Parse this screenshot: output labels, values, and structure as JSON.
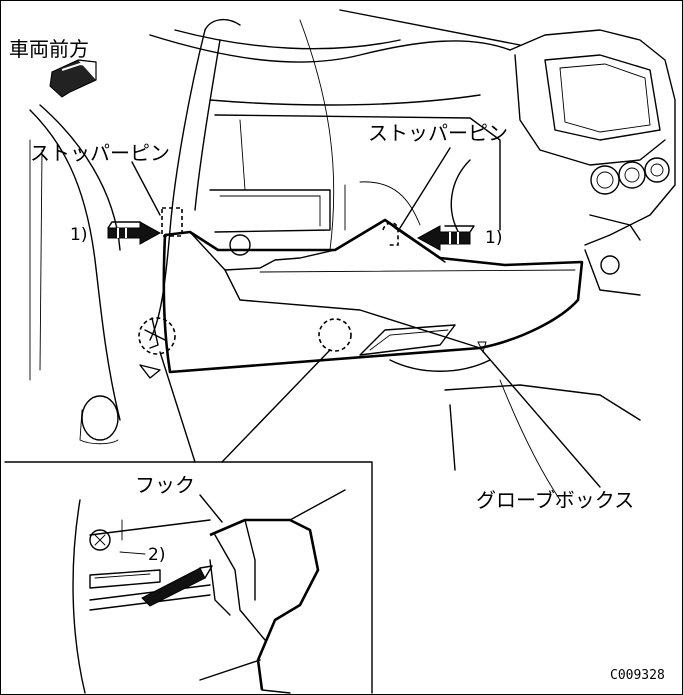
{
  "labels": {
    "direction": "車両前方",
    "stopper_pin_left": "ストッパーピン",
    "stopper_pin_right": "ストッパーピン",
    "step_left": "1)",
    "step_right": "1)",
    "hook": "フック",
    "step_hook": "2)",
    "glove_box": "グローブボックス",
    "figure_code": "C009328"
  },
  "icons": {
    "direction": "front-direction-arrow-icon",
    "push": "push-arrow-icon"
  }
}
